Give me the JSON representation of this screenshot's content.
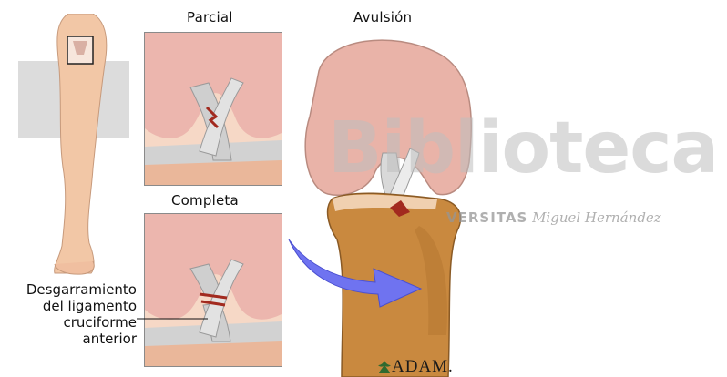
{
  "labels": {
    "parcial": "Parcial",
    "avulsion": "Avulsión",
    "completa": "Completa"
  },
  "caption": {
    "line1": "Desgarramiento",
    "line2": "del ligamento",
    "line3": "cruciforme",
    "line4": "anterior"
  },
  "watermark": {
    "main": "Biblioteca",
    "university_prefix": "VERSITAS",
    "university_name": "Miguel Hernández"
  },
  "logo": {
    "text": "ADAM."
  },
  "colors": {
    "skin": "#f2c7a6",
    "bone_femur": "#e9b3a8",
    "bone_tibia": "#c9893f",
    "ligament": "#d9d9d9",
    "arrow": "#6f73f0",
    "blood": "#a22a1f"
  }
}
